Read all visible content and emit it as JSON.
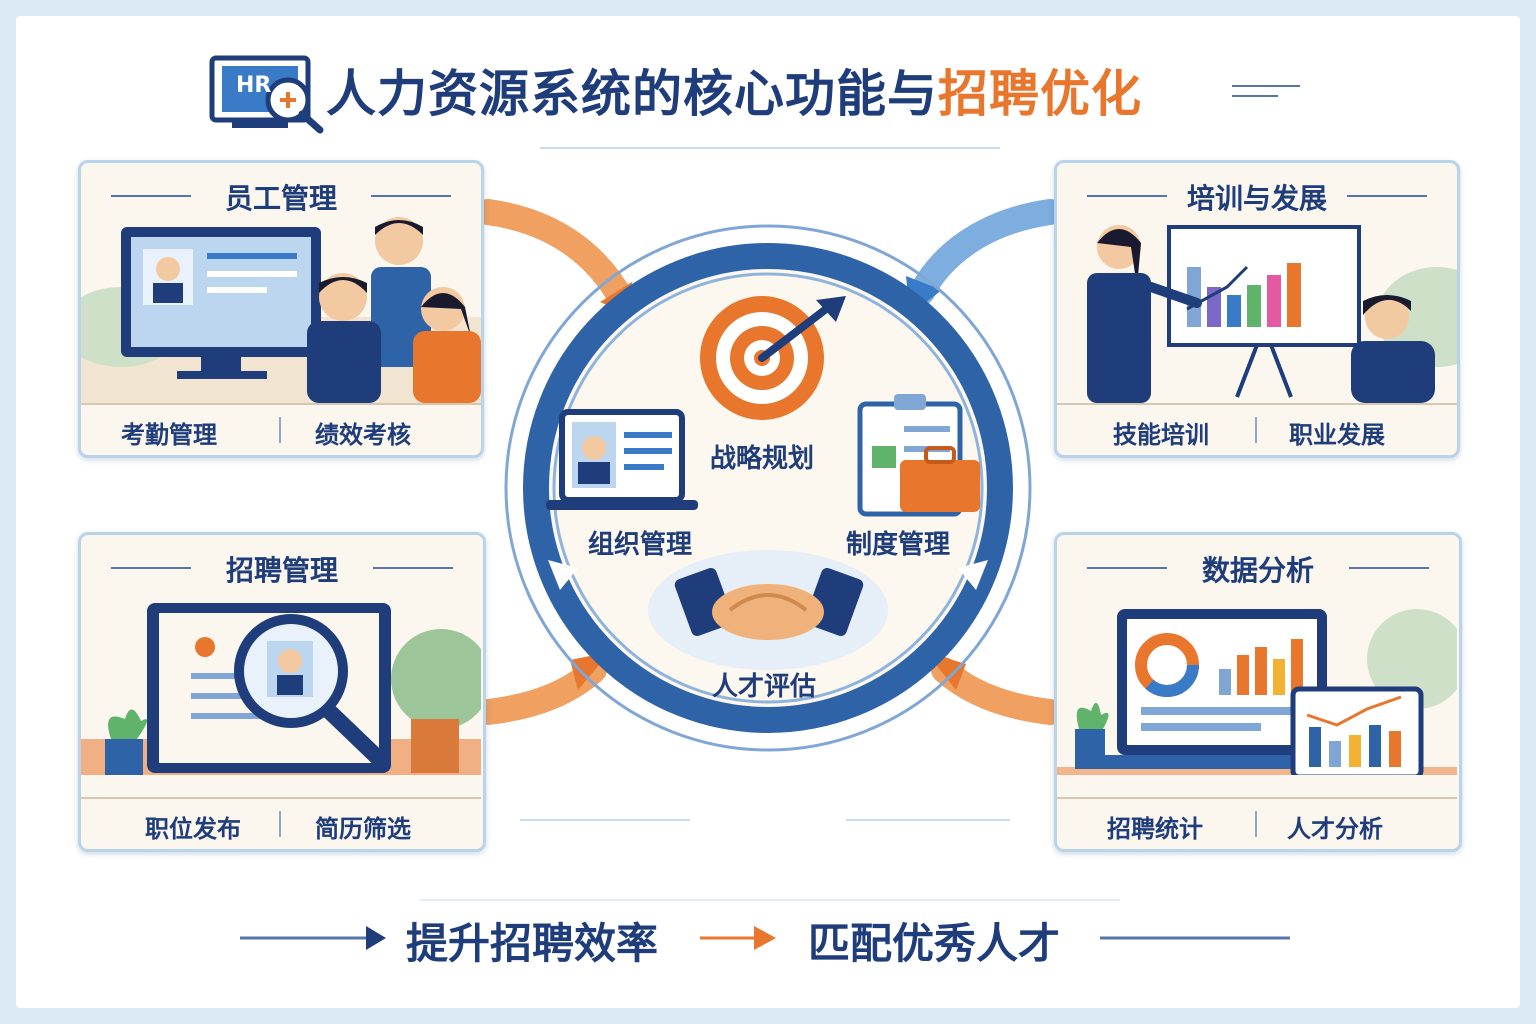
{
  "title": {
    "main": "人力资源系统的核心功能与",
    "accent": "招聘优化",
    "logo_text": "HR",
    "icon": "hr-monitor-magnifier-icon"
  },
  "panels": {
    "top_left": {
      "title": "员工管理",
      "items": [
        "考勤管理",
        "绩效考核"
      ]
    },
    "top_right": {
      "title": "培训与发展",
      "items": [
        "技能培训",
        "职业发展"
      ]
    },
    "bottom_left": {
      "title": "招聘管理",
      "items": [
        "职位发布",
        "简历筛选"
      ]
    },
    "bottom_right": {
      "title": "数据分析",
      "items": [
        "招聘统计",
        "人才分析"
      ]
    }
  },
  "center": {
    "top_label": "战略规划",
    "left_label": "组织管理",
    "right_label": "制度管理",
    "bottom_label": "人才评估",
    "icons": [
      "target-icon",
      "laptop-profile-icon",
      "clipboard-briefcase-icon",
      "handshake-icon"
    ]
  },
  "bottom": {
    "left_text": "提升招聘效率",
    "right_text": "匹配优秀人才"
  },
  "colors": {
    "navy": "#1e3d7a",
    "orange": "#e8762d",
    "blue": "#3a7bc8",
    "panel_bg": "#fbf6ee",
    "panel_border": "#b9d3ea"
  }
}
